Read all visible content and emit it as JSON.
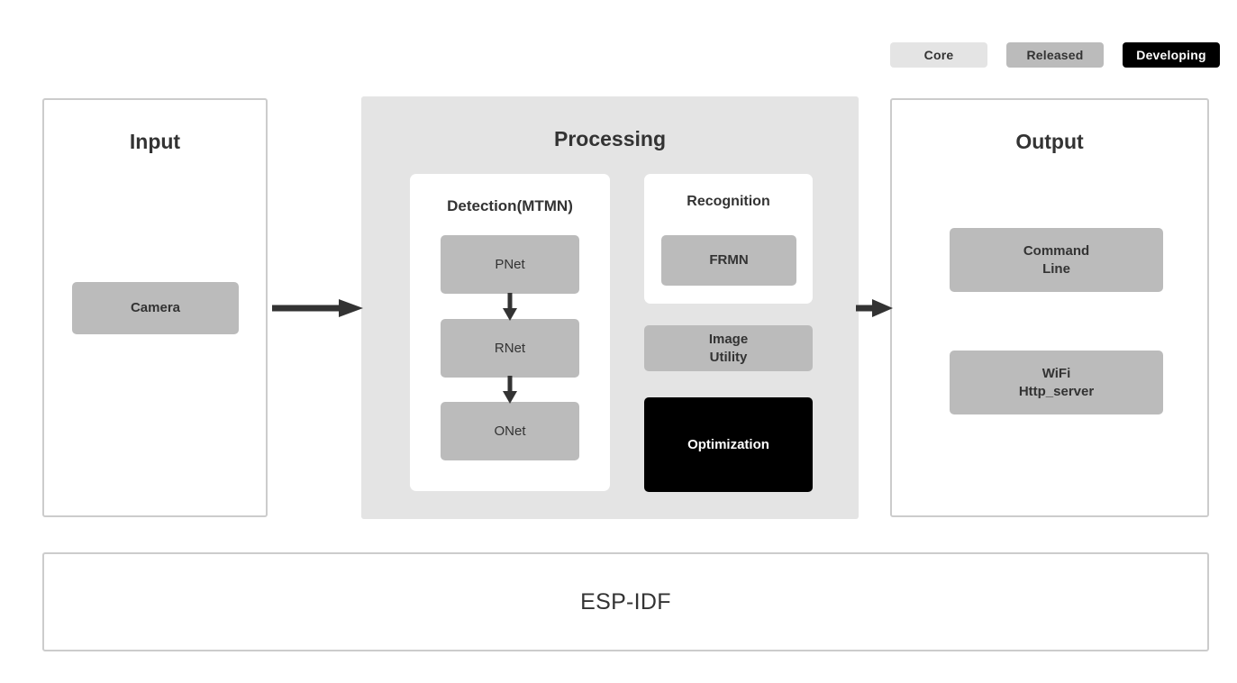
{
  "legend": {
    "items": [
      {
        "label": "Core",
        "color": "#e4e4e4",
        "text_color": "#333333"
      },
      {
        "label": "Released",
        "color": "#bbbbbb",
        "text_color": "#333333"
      },
      {
        "label": "Developing",
        "color": "#000000",
        "text_color": "#ffffff"
      }
    ]
  },
  "input": {
    "title": "Input",
    "camera_label": "Camera"
  },
  "processing": {
    "title": "Processing",
    "detection": {
      "title": "Detection(MTMN)",
      "stages": [
        {
          "label": "PNet"
        },
        {
          "label": "RNet"
        },
        {
          "label": "ONet"
        }
      ]
    },
    "recognition": {
      "title": "Recognition",
      "model_label": "FRMN"
    },
    "image_utility_label": "Image\nUtility",
    "optimization_label": "Optimization"
  },
  "output": {
    "title": "Output",
    "command_line_label": "Command\nLine",
    "wifi_label": "WiFi\nHttp_server"
  },
  "footer": {
    "label": "ESP-IDF"
  },
  "colors": {
    "core": "#e4e4e4",
    "released": "#bbbbbb",
    "developing": "#000000",
    "panel_border": "#cccccc",
    "processing_bg": "#e4e4e4",
    "text": "#333333",
    "arrow": "#333333"
  }
}
